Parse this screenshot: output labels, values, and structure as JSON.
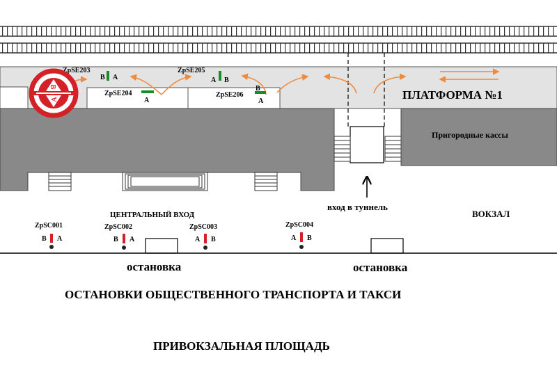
{
  "platform_label": "ПЛАТФОРМА №1",
  "ticket_office_label": "Пригородные кассы",
  "tunnel_entrance_label": "вход в туннель",
  "station_label": "ВОКЗАЛ",
  "central_entrance_label": "ЦЕНТРАЛЬНЫЙ ВХОД",
  "stop_left_label": "остановка",
  "stop_right_label": "остановка",
  "transport_label": "ОСТАНОВКИ ОБЩЕСТВЕННОГО ТРАНСПОРТА И ТАКСИ",
  "square_label": "ПРИВОКЗАЛЬНАЯ ПЛОЩАДЬ",
  "logo": {
    "top_letter": "B",
    "bottom_letter": "A",
    "color": "#d42027"
  },
  "platform_signals": [
    {
      "id": "ZpSE203",
      "side1": "B",
      "side2": "A",
      "color": "#1a8a2a"
    },
    {
      "id": "ZpSE204",
      "side1": "A",
      "color": "#1a8a2a"
    },
    {
      "id": "ZpSE205",
      "side1": "A",
      "side2": "B",
      "color": "#1a8a2a"
    },
    {
      "id": "ZpSE206",
      "side1": "B",
      "side2": "A",
      "color": "#1a8a2a"
    }
  ],
  "square_signals": [
    {
      "id": "ZpSC001",
      "left": "B",
      "right": "A",
      "color": "#d42027"
    },
    {
      "id": "ZpSC002",
      "left": "B",
      "right": "A",
      "color": "#d42027"
    },
    {
      "id": "ZpSC003",
      "left": "A",
      "right": "B",
      "color": "#d42027"
    },
    {
      "id": "ZpSC004",
      "left": "A",
      "right": "B",
      "color": "#d42027"
    }
  ],
  "colors": {
    "building": "#898989",
    "platform": "#e3e3e3",
    "arrows": "#f08a3c"
  }
}
